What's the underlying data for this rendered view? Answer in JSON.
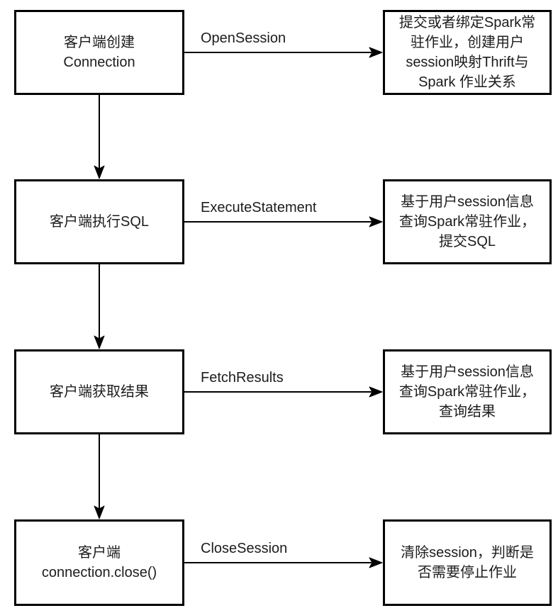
{
  "colors": {
    "background": "#ffffff",
    "line": "#000000",
    "text": "#1c1c1c"
  },
  "flowchart": {
    "rows": [
      {
        "left": "客户端创建\nConnection",
        "edge": "OpenSession",
        "right": "提交或者绑定Spark常\n驻作业，创建用户\nsession映射Thrift与\nSpark 作业关系"
      },
      {
        "left": "客户端执行SQL",
        "edge": "ExecuteStatement",
        "right": "基于用户session信息\n查询Spark常驻作业，\n提交SQL"
      },
      {
        "left": "客户端获取结果",
        "edge": "FetchResults",
        "right": "基于用户session信息\n查询Spark常驻作业，\n查询结果"
      },
      {
        "left": "客户端\nconnection.close()",
        "edge": "CloseSession",
        "right": "清除session，判断是\n否需要停止作业"
      }
    ]
  }
}
